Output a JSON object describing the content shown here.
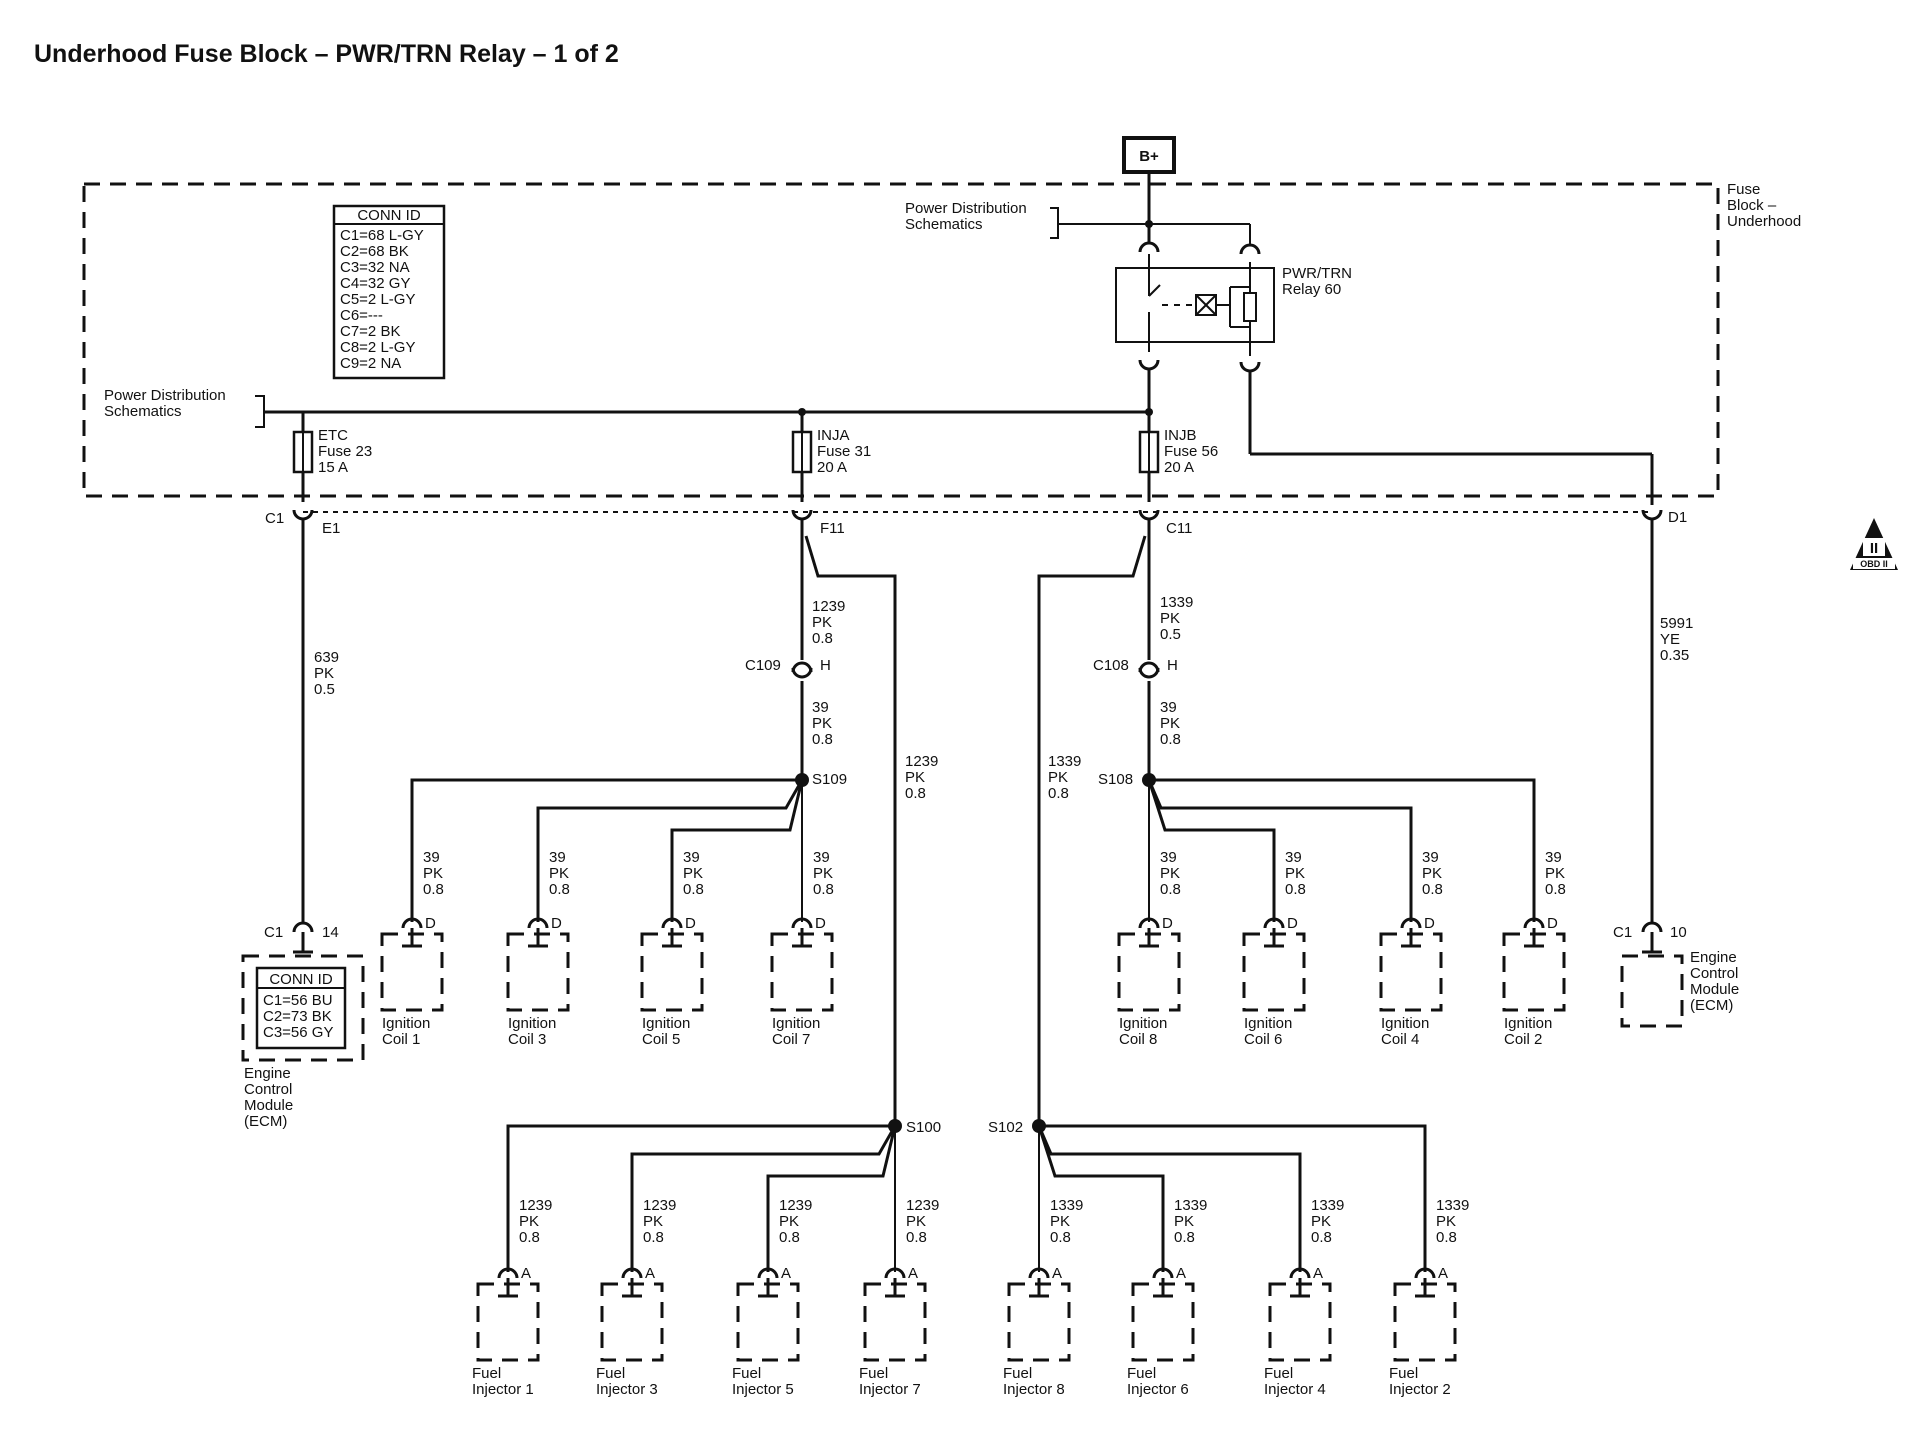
{
  "title": "Underhood Fuse Block – PWR/TRN Relay – 1 of 2",
  "battery": "B+",
  "fuse_block": [
    "Fuse",
    "Block –",
    "Underhood"
  ],
  "power_dist_right": [
    "Power Distribution",
    "Schematics"
  ],
  "power_dist_left": [
    "Power Distribution",
    "Schematics"
  ],
  "relay": [
    "PWR/TRN",
    "Relay 60"
  ],
  "conn_id_fuse": {
    "header": "CONN ID",
    "rows": [
      "C1=68 L-GY",
      "C2=68 BK",
      "C3=32 NA",
      "C4=32 GY",
      "C5=2 L-GY",
      "C6=---",
      "C7=2 BK",
      "C8=2 L-GY",
      "C9=2 NA"
    ]
  },
  "conn_id_ecm": {
    "header": "CONN ID",
    "rows": [
      "C1=56 BU",
      "C2=73 BK",
      "C3=56 GY"
    ]
  },
  "fuses": [
    {
      "name": "ETC",
      "number": "Fuse 23",
      "rating": "15 A"
    },
    {
      "name": "INJA",
      "number": "Fuse 31",
      "rating": "20 A"
    },
    {
      "name": "INJB",
      "number": "Fuse 56",
      "rating": "20 A"
    }
  ],
  "fuse_block_pins": {
    "c1": "C1",
    "e1": "E1",
    "f11": "F11",
    "c11": "C11",
    "d1": "D1"
  },
  "wires": {
    "etc": [
      "639",
      "PK",
      "0.5"
    ],
    "inja_upper": [
      "1239",
      "PK",
      "0.8"
    ],
    "injb_upper": [
      "1339",
      "PK",
      "0.5"
    ],
    "d1": [
      "5991",
      "YE",
      "0.35"
    ],
    "coil_feed_a": [
      "39",
      "PK",
      "0.8"
    ],
    "coil_feed_b": [
      "39",
      "PK",
      "0.8"
    ],
    "inj_trunk_a": [
      "1239",
      "PK",
      "0.8"
    ],
    "inj_trunk_b": [
      "1339",
      "PK",
      "0.8"
    ],
    "coil_branch": [
      "39",
      "PK",
      "0.8"
    ],
    "inj_branch_a": [
      "1239",
      "PK",
      "0.8"
    ],
    "inj_branch_b": [
      "1339",
      "PK",
      "0.8"
    ]
  },
  "inline_connectors": {
    "c109": "C109",
    "c109_pin": "H",
    "c108": "C108",
    "c108_pin": "H"
  },
  "splices": {
    "s109": "S109",
    "s108": "S108",
    "s100": "S100",
    "s102": "S102"
  },
  "ecm_left": {
    "conn": "C1",
    "pin": "14",
    "label": [
      "Engine",
      "Control",
      "Module",
      "(ECM)"
    ]
  },
  "ecm_right": {
    "conn": "C1",
    "pin": "10",
    "label": [
      "Engine",
      "Control",
      "Module",
      "(ECM)"
    ]
  },
  "coil_pin": "D",
  "injector_pin": "A",
  "coils_left": [
    {
      "line1": "Ignition",
      "line2": "Coil 1"
    },
    {
      "line1": "Ignition",
      "line2": "Coil 3"
    },
    {
      "line1": "Ignition",
      "line2": "Coil 5"
    },
    {
      "line1": "Ignition",
      "line2": "Coil 7"
    }
  ],
  "coils_right": [
    {
      "line1": "Ignition",
      "line2": "Coil 8"
    },
    {
      "line1": "Ignition",
      "line2": "Coil 6"
    },
    {
      "line1": "Ignition",
      "line2": "Coil 4"
    },
    {
      "line1": "Ignition",
      "line2": "Coil 2"
    }
  ],
  "injectors_left": [
    {
      "line1": "Fuel",
      "line2": "Injector 1"
    },
    {
      "line1": "Fuel",
      "line2": "Injector 3"
    },
    {
      "line1": "Fuel",
      "line2": "Injector 5"
    },
    {
      "line1": "Fuel",
      "line2": "Injector 7"
    }
  ],
  "injectors_right": [
    {
      "line1": "Fuel",
      "line2": "Injector 8"
    },
    {
      "line1": "Fuel",
      "line2": "Injector 6"
    },
    {
      "line1": "Fuel",
      "line2": "Injector 4"
    },
    {
      "line1": "Fuel",
      "line2": "Injector 2"
    }
  ],
  "obd": {
    "roman": "II",
    "label": "OBD II"
  }
}
